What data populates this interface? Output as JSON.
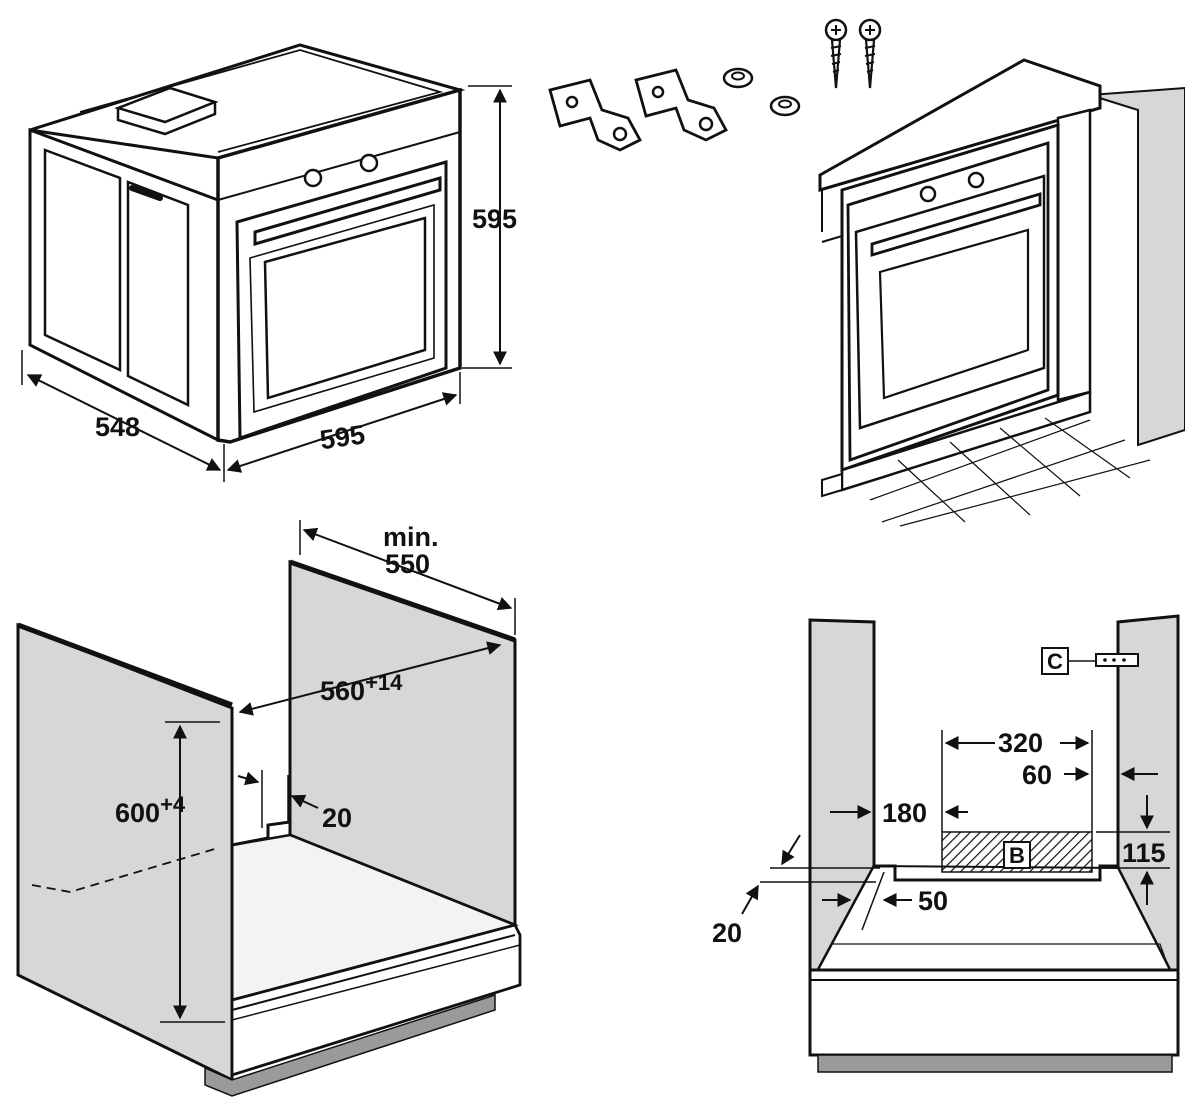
{
  "colors": {
    "panel": "#d7d7d9",
    "floor": "#f3f3f3",
    "line": "#111111",
    "background": "#ffffff"
  },
  "oven": {
    "height": "595",
    "width": "595",
    "depth": "548"
  },
  "cabinet_front": {
    "min_label": "min.",
    "depth": "550",
    "niche_width": "560",
    "niche_width_tol": "+14",
    "niche_height": "600",
    "niche_height_tol": "+4",
    "rear_gap": "20"
  },
  "cabinet_rear": {
    "opening_width": "320",
    "offset_right": "60",
    "offset_left": "180",
    "opening_height": "115",
    "front_gap": "50",
    "depth_gap": "20",
    "label_b": "B",
    "label_c": "C"
  }
}
